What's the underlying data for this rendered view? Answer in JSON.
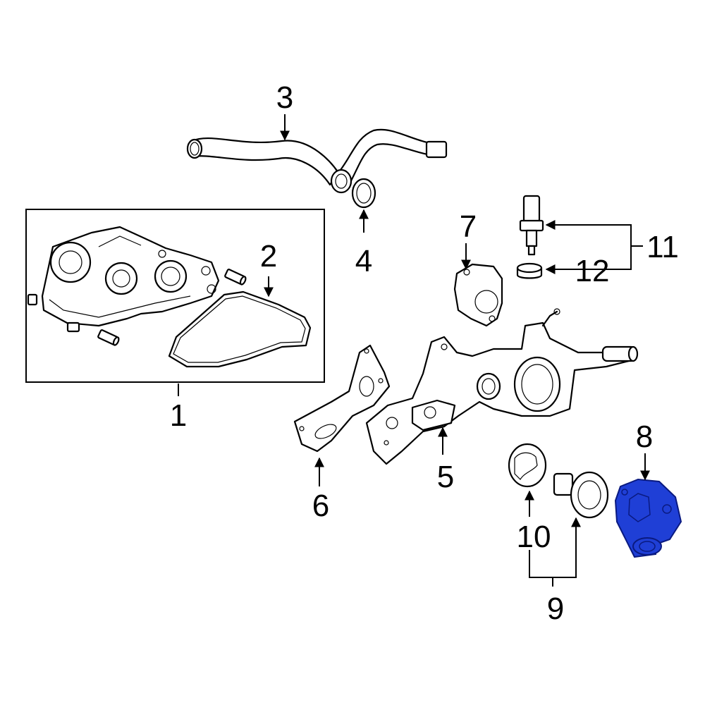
{
  "diagram": {
    "highlight_color": "#1f3fd6",
    "callouts": [
      {
        "id": "1",
        "label": "1"
      },
      {
        "id": "2",
        "label": "2"
      },
      {
        "id": "3",
        "label": "3"
      },
      {
        "id": "4",
        "label": "4"
      },
      {
        "id": "5",
        "label": "5"
      },
      {
        "id": "6",
        "label": "6"
      },
      {
        "id": "7",
        "label": "7"
      },
      {
        "id": "8",
        "label": "8"
      },
      {
        "id": "9",
        "label": "9"
      },
      {
        "id": "10",
        "label": "10"
      },
      {
        "id": "11",
        "label": "11"
      },
      {
        "id": "12",
        "label": "12"
      }
    ]
  }
}
